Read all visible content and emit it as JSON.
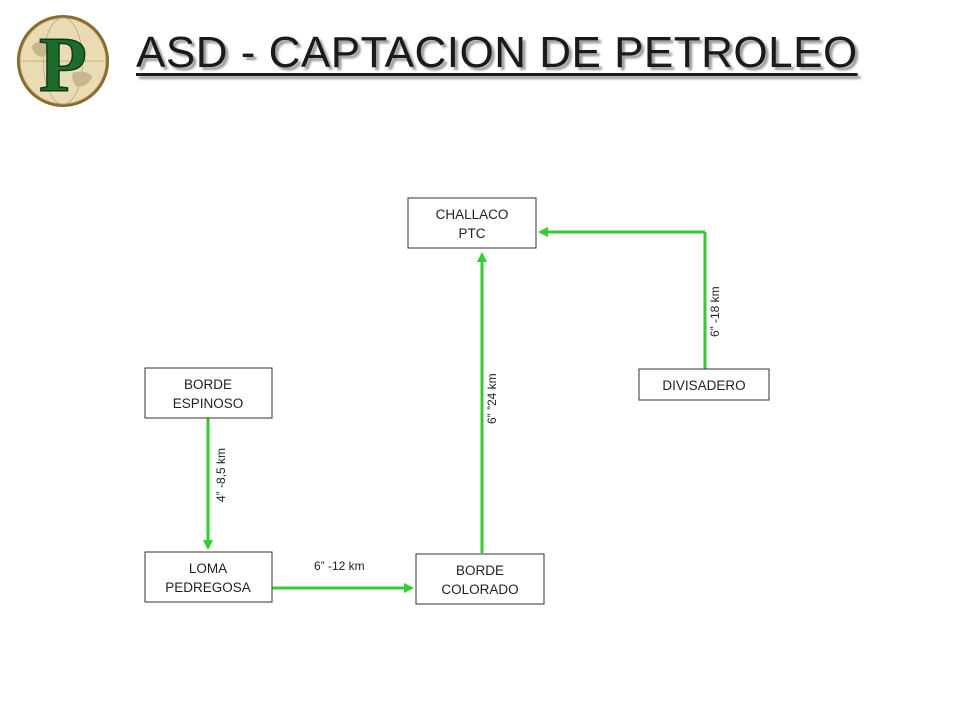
{
  "title": "ASD - CAPTACION DE PETROLEO",
  "logo": {
    "letter": "P",
    "icon": "globe-p-logo"
  },
  "colors": {
    "edge": "#33cc33",
    "node_border": "#333333",
    "logo_gold": "#b59a48",
    "logo_green": "#1f6b2e"
  },
  "nodes": {
    "challaco": {
      "line1": "CHALLACO",
      "line2": "PTC"
    },
    "divisadero": {
      "line1": "DIVISADERO"
    },
    "borde_espinoso": {
      "line1": "BORDE",
      "line2": "ESPINOSO"
    },
    "loma_pedregosa": {
      "line1": "LOMA",
      "line2": "PEDREGOSA"
    },
    "borde_colorado": {
      "line1": "BORDE",
      "line2": "COLORADO"
    }
  },
  "edges": {
    "espinoso_to_loma": "4” -8,5  km",
    "loma_to_colorado": "6” -12  km",
    "colorado_to_challaco": "6” ”24  km",
    "divisadero_to_challaco": "6” -18  km"
  }
}
